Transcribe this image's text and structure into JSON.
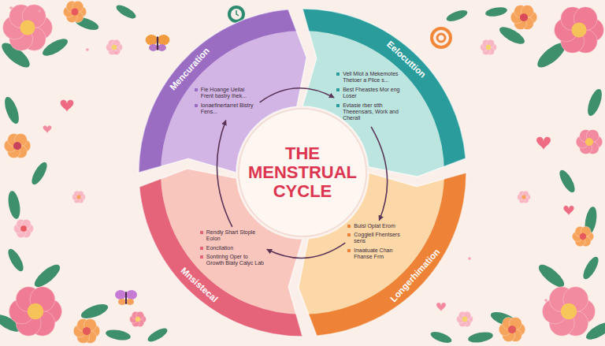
{
  "diagram": {
    "title": "THE MENSTRUAL CYCLE",
    "nodes": [
      {
        "text": [
          "Mencuration",
          "Fie Hoange Ueliai Frent bastry Ihek...",
          "Ionaefinertarret Bistry Fens..."
        ]
      },
      {
        "text": [
          "Eelocuttion",
          "Vell Mlot a Mekemotes Thetoer a Plice s...",
          "Best Fheastes Mor eng Loser",
          "Evtasie rber stth Theeensars, Work and Cherall"
        ]
      },
      {
        "text": [
          "Longerhimation",
          "Buisl Oplat Erom",
          "Cogglell Fhentsers sens",
          "Inwatuate Chan Fhanse Frm"
        ]
      },
      {
        "text": [
          "Mnsistecal",
          "Rendly Shart Stople Eolon",
          "Eoncilation",
          "Sontinhg Oper to Growth Biaty Calyc Lab"
        ]
      }
    ],
    "edges": [
      {
        "from": 0,
        "to": 1,
        "arrow": "to"
      },
      {
        "from": 1,
        "to": 2,
        "arrow": "to"
      },
      {
        "from": 2,
        "to": 3,
        "arrow": "to"
      },
      {
        "from": 3,
        "to": 0,
        "arrow": "to"
      }
    ]
  }
}
